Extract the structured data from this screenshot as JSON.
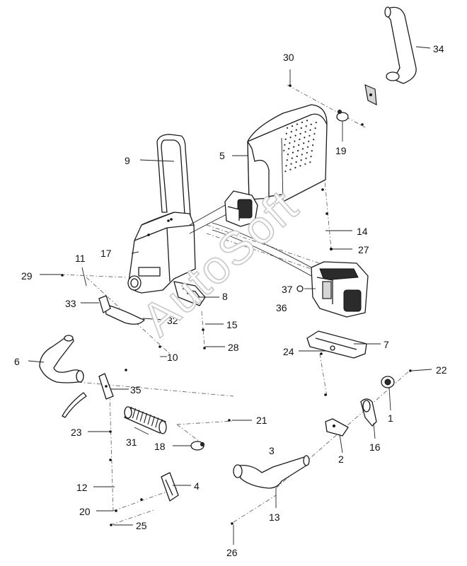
{
  "watermark": "AutoSoft",
  "callouts": {
    "c1": "1",
    "c2": "2",
    "c3": "3",
    "c4": "4",
    "c5": "5",
    "c6": "6",
    "c7": "7",
    "c8": "8",
    "c9": "9",
    "c10": "10",
    "c11": "11",
    "c12": "12",
    "c13": "13",
    "c14": "14",
    "c15": "15",
    "c16": "16",
    "c17": "17",
    "c18": "18",
    "c19": "19",
    "c20": "20",
    "c21": "21",
    "c22": "22",
    "c23": "23",
    "c24": "24",
    "c25": "25",
    "c26": "26",
    "c27": "27",
    "c28": "28",
    "c29": "29",
    "c30": "30",
    "c31": "31",
    "c32": "32",
    "c33": "33",
    "c34": "34",
    "c35": "35",
    "c36": "36",
    "c37": "37"
  }
}
